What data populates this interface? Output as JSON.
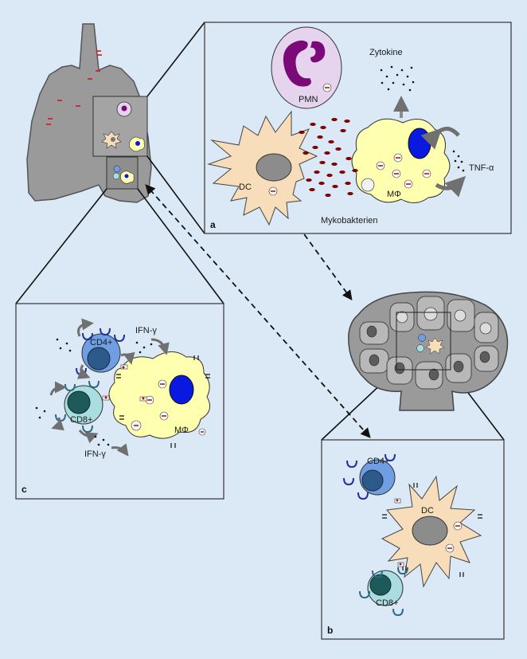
{
  "labels": {
    "zytokine": "Zytokine",
    "pmn": "PMN",
    "dc_a": "DC",
    "mphi_a": "MΦ",
    "tnf": "TNF-α",
    "mykobakterien": "Mykobakterien",
    "ifn_c1": "IFN-γ",
    "ifn_c2": "IFN-γ",
    "cd4_c": "CD4+",
    "cd8_c": "CD8+",
    "mphi_c": "MΦ",
    "cd4_b": "CD4+",
    "cd8_b": "CD8+",
    "dc_b": "DC"
  },
  "panels": {
    "a": "a",
    "b": "b",
    "c": "c"
  },
  "colors": {
    "background": "#dbe9f7",
    "lung": "#9a9a9a",
    "dc": "#f7ddb9",
    "macrophage": "#ffffb0",
    "nucleus_blue": "#0a19e0",
    "cd4": "#6f9ee2",
    "cd8": "#a9dde0",
    "pmn": "#e6d4ee",
    "pmn_nucleus": "#7a0a78",
    "bacteria": "#8b0000",
    "receptor": "#1f2fa0"
  }
}
